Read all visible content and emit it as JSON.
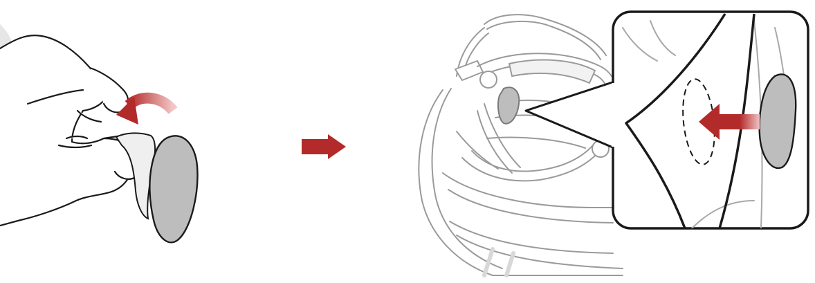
{
  "figure": {
    "steps": [
      {
        "id": "step-peel",
        "illustration": "hand-peeling-adhesive-pad"
      },
      {
        "id": "step-attach",
        "illustration": "helmet-with-zoomed-inset"
      }
    ],
    "colors": {
      "arrow_red": "#b32a2a",
      "arrow_fade": "#e7a1a1",
      "pad_gray": "#bdbdbd",
      "pad_stroke": "#1f1f1f",
      "helmet_line": "#9a9a9a",
      "ink": "#1a1a1a",
      "background": "#ffffff"
    },
    "icons": {
      "transition": "right-arrow-icon",
      "peel_motion": "curved-arrow-icon",
      "attach_motion": "insert-arrow-icon"
    }
  }
}
